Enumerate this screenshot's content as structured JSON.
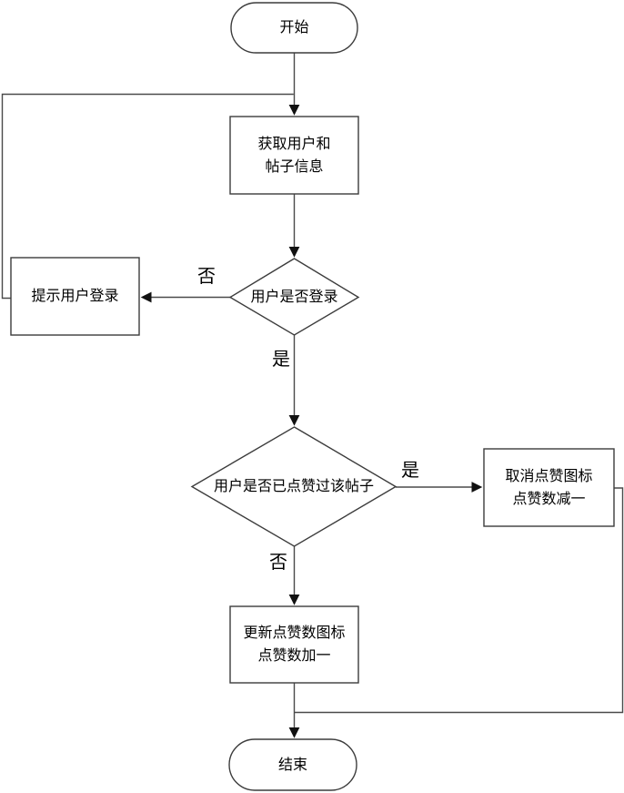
{
  "diagram_type": "flowchart",
  "nodes": {
    "start": {
      "type": "terminator",
      "label": "开始"
    },
    "fetch_info": {
      "type": "process",
      "label": "获取用户和\n帖子信息"
    },
    "is_logged_in": {
      "type": "decision",
      "label": "用户是否登录"
    },
    "prompt_login": {
      "type": "process",
      "label": "提示用户登录"
    },
    "has_liked": {
      "type": "decision",
      "label": "用户是否已点赞过该帖子"
    },
    "cancel_like": {
      "type": "process",
      "label": "取消点赞图标\n点赞数减一"
    },
    "update_like": {
      "type": "process",
      "label": "更新点赞数图标\n点赞数加一"
    },
    "end": {
      "type": "terminator",
      "label": "结束"
    }
  },
  "edge_labels": {
    "login_no": "否",
    "login_yes": "是",
    "liked_yes": "是",
    "liked_no": "否"
  },
  "colors": {
    "background": "#ffffff",
    "shape_fill": "#ffffff",
    "stroke": "#3c3c3c",
    "arrow": "#111111",
    "text": "#000000"
  }
}
